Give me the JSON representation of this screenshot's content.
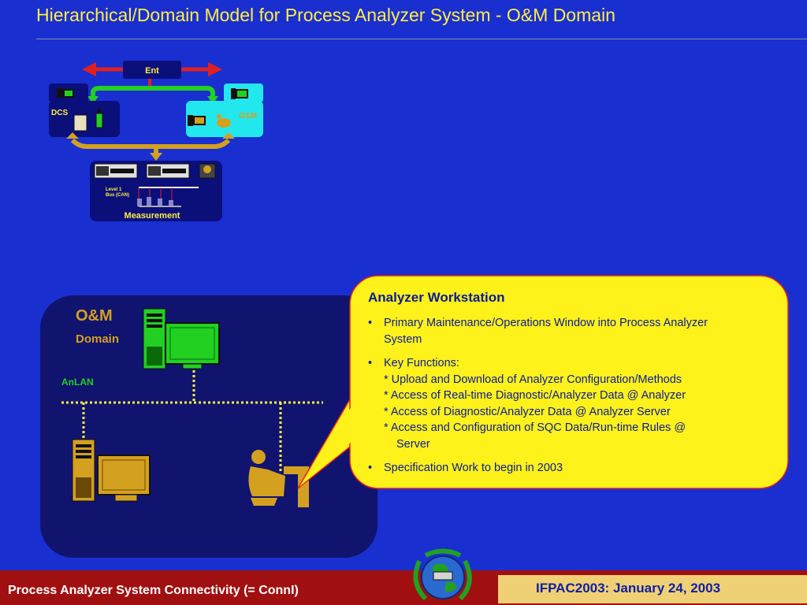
{
  "slide": {
    "title": "Hierarchical/Domain Model for Process Analyzer System -  O&M Domain"
  },
  "mini_diagram": {
    "ent_label": "Ent",
    "dcs_label": "DCS",
    "om_label": "O&M",
    "bus_label_line1": "Level 1",
    "bus_label_line2": "Bus  (CAN)",
    "measurement_label": "Measurement"
  },
  "domain_panel": {
    "heading": "O&M",
    "subheading": "Domain",
    "network_label": "AnLAN"
  },
  "callout": {
    "title": "Analyzer Workstation",
    "bullet1_line1": "Primary Maintenance/Operations Window into Process Analyzer",
    "bullet1_line2": "System",
    "bullet2": "Key Functions:",
    "functions": [
      "*  Upload and Download of Analyzer Configuration/Methods",
      "*  Access of Real-time Diagnostic/Analyzer Data @ Analyzer",
      "*  Access of Diagnostic/Analyzer Data @ Analyzer Server",
      "*  Access and Configuration of SQC Data/Run-time Rules @",
      "Server"
    ],
    "bullet3": "Specification Work to begin in 2003"
  },
  "footer": {
    "left": "Process Analyzer System Connectivity  (= ConnI)",
    "right": "IFPAC2003: January 24, 2003"
  },
  "colors": {
    "background": "#1a2fd0",
    "title": "#ffee44",
    "panel": "#10146e",
    "callout": "#fff21a",
    "footer_bar": "#a01010",
    "footer_box": "#f0d074",
    "accent_gold": "#d4a020",
    "om_cyan": "#22e8ee",
    "green_pc": "#22d022"
  }
}
